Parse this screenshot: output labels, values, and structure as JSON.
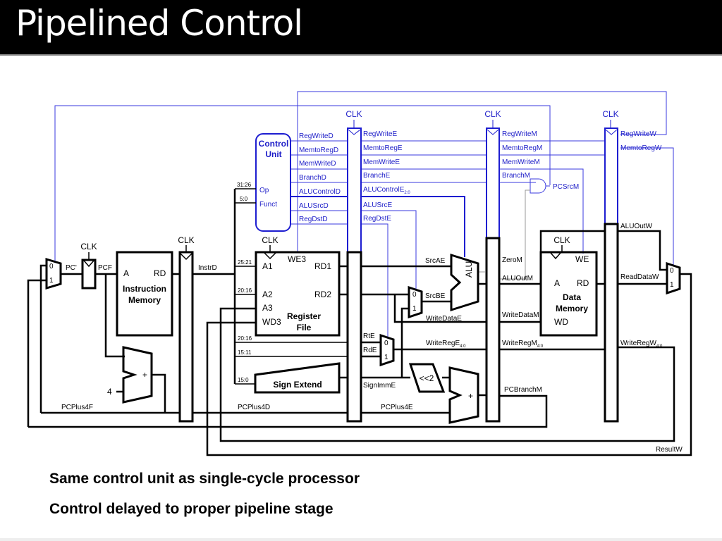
{
  "slide": {
    "title": "Pipelined Control",
    "bullets": [
      "Same control unit as single-cycle processor",
      "Control delayed to proper pipeline stage"
    ]
  },
  "diagram": {
    "clock_label": "CLK",
    "mux_inputs": {
      "zero": "0",
      "one": "1"
    },
    "fetch": {
      "pc_next": "PC'",
      "pc_f": "PCF",
      "instr_mem": {
        "title_line1": "Instruction",
        "title_line2": "Memory",
        "port_a": "A",
        "port_rd": "RD"
      },
      "adder_plus": "+",
      "const_four": "4",
      "pcplus4f": "PCPlus4F"
    },
    "decode": {
      "instr_d": "InstrD",
      "bit_fields": [
        "31:26",
        "5:0",
        "25:21",
        "20:16",
        "20:16",
        "15:11",
        "15:0"
      ],
      "control_unit": {
        "title_line1": "Control",
        "title_line2": "Unit",
        "op": "Op",
        "funct": "Funct"
      },
      "control_signals": [
        "RegWriteD",
        "MemtoRegD",
        "MemWriteD",
        "BranchD",
        "ALUControlD",
        "ALUSrcD",
        "RegDstD"
      ],
      "register_file": {
        "title_line1": "Register",
        "title_line2": "File",
        "we3": "WE3",
        "a1": "A1",
        "a2": "A2",
        "a3": "A3",
        "wd3": "WD3",
        "rd1": "RD1",
        "rd2": "RD2"
      },
      "sign_extend": "Sign Extend",
      "pcplus4d": "PCPlus4D"
    },
    "execute": {
      "control_signals": [
        "RegWriteE",
        "MemtoRegE",
        "MemWriteE",
        "BranchE",
        "ALUControlE",
        "ALUSrcE",
        "RegDstE"
      ],
      "alucontrol_subscript": "2:0",
      "srca": "SrcAE",
      "srcb": "SrcBE",
      "alu": "ALU",
      "write_data": "WriteDataE",
      "rt": "RtE",
      "rd": "RdE",
      "write_reg": "WriteRegE",
      "write_reg_subscript": "4:0",
      "sign_imm": "SignImmE",
      "shift": "<<2",
      "adder_plus": "+",
      "pcplus4e": "PCPlus4E"
    },
    "memory": {
      "control_signals": [
        "RegWriteM",
        "MemtoRegM",
        "MemWriteM",
        "BranchM"
      ],
      "pcsrc": "PCSrcM",
      "zero": "ZeroM",
      "alu_out": "ALUOutM",
      "write_data": "WriteDataM",
      "write_reg": "WriteRegM",
      "write_reg_subscript": "4:0",
      "pcbranch": "PCBranchM",
      "data_mem": {
        "title_line1": "Data",
        "title_line2": "Memory",
        "we": "WE",
        "port_a": "A",
        "port_rd": "RD",
        "port_wd": "WD"
      }
    },
    "writeback": {
      "control_signals": [
        "RegWriteW",
        "MemtoRegW"
      ],
      "alu_out": "ALUOutW",
      "read_data": "ReadDataW",
      "write_reg": "WriteRegW",
      "write_reg_subscript": "4:0",
      "result": "ResultW"
    }
  }
}
